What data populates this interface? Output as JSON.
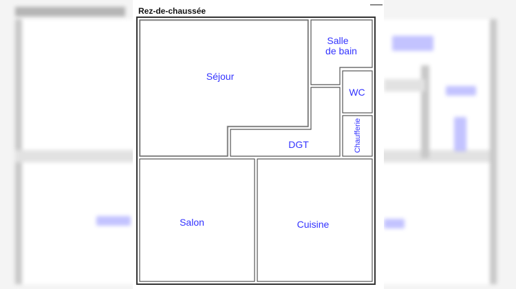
{
  "panel": {
    "title": "Rez-de-chaussée",
    "minimize_icon": "minimize-icon"
  },
  "rooms": {
    "sejour": "Séjour",
    "salle_de_bain_line1": "Salle",
    "salle_de_bain_line2": "de bain",
    "wc": "WC",
    "dgt": "DGT",
    "chaufferie": "Chaufferie",
    "salon": "Salon",
    "cuisine": "Cuisine"
  },
  "colors": {
    "label": "#3333ff",
    "wall": "#333333",
    "background": "#ffffff"
  }
}
